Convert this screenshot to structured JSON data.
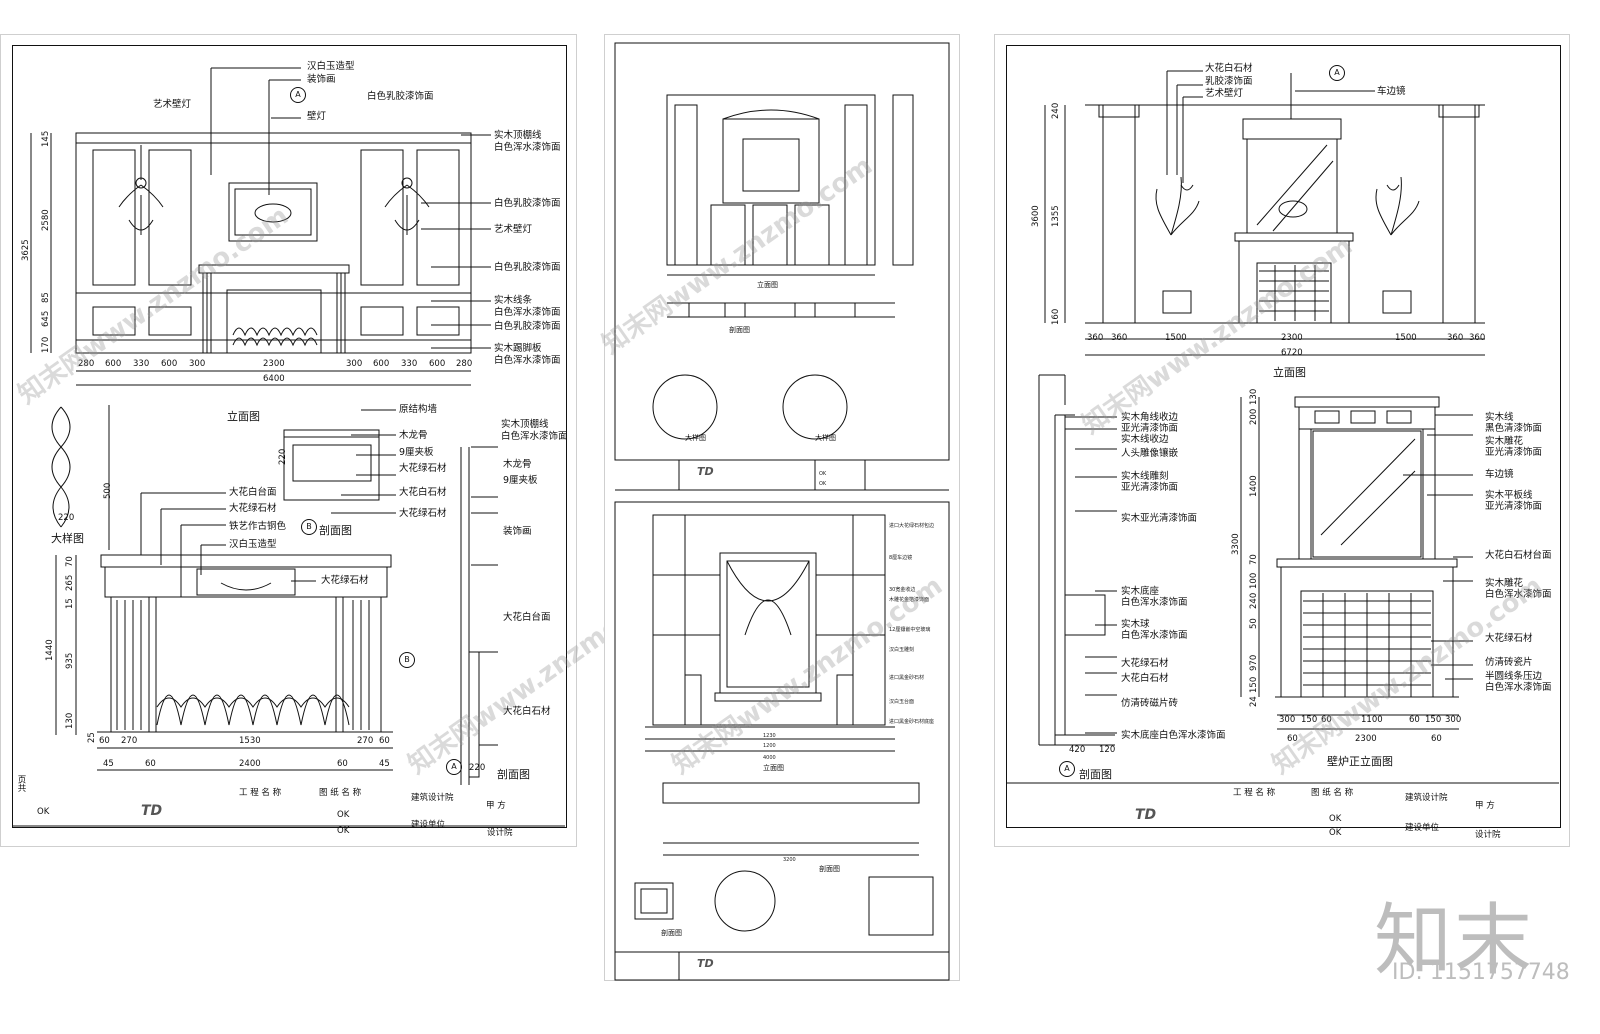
{
  "sheet1": {
    "labels": {
      "hanbaiyu_model": "汉白玉造型",
      "decor_painting": "装饰画",
      "art_wall_lamp_top": "艺术壁灯",
      "wall_lamp": "壁灯",
      "white_latex_top": "白色乳胶漆饰面",
      "wood_ceiling_line": "实木顶棚线",
      "white_mixed_paint": "白色浑水漆饰面",
      "white_latex_2": "白色乳胶漆饰面",
      "art_wall_lamp_2": "艺术壁灯",
      "white_latex_3": "白色乳胶漆饰面",
      "wood_strip": "实木线条",
      "white_mixed_paint_2": "白色浑水漆饰面",
      "white_latex_4": "白色乳胶漆饰面",
      "wood_skirting": "实木踢脚板",
      "white_mixed_paint_3": "白色浑水漆饰面",
      "structure_wall": "原结构墙",
      "wood_keel": "木龙骨",
      "plywood_9": "9厘夹板",
      "green_marble": "大花绿石材",
      "white_marble": "大花白石材",
      "green_marble_2": "大花绿石材",
      "white_marble_top": "大花白台面",
      "green_marble_3": "大花绿石材",
      "iron_art": "铁艺作古铜色",
      "hanbaiyu_model_2": "汉白玉造型",
      "green_marble_4": "大花绿石材",
      "wood_ceiling_line_2": "实木顶棚线",
      "white_mixed_paint_4": "白色浑水漆饰面",
      "wood_keel_2": "木龙骨",
      "plywood_9_2": "9厘夹板",
      "decor_painting_2": "装饰画",
      "white_marble_top_2": "大花白台面",
      "white_marble_2": "大花白石材"
    },
    "titles": {
      "elevation": "立面图",
      "section": "剖面图",
      "detail": "大样图",
      "section_b": "剖面图",
      "section_a": "剖面图"
    },
    "markers": {
      "a": "A",
      "b": "B",
      "b2": "B",
      "a2": "A"
    },
    "dims_h": [
      "280",
      "600",
      "330",
      "600",
      "300",
      "2300",
      "300",
      "600",
      "330",
      "600",
      "280"
    ],
    "dim_total": "6400",
    "dims_v": [
      "145",
      "2580",
      "85",
      "645",
      "170"
    ],
    "dim_v_total": "3625",
    "detail_dims": {
      "h": "500",
      "w": "220"
    },
    "fire_dims_h": [
      "60",
      "270",
      "1530",
      "270",
      "60"
    ],
    "fire_dims_h2": [
      "45",
      "60",
      "2400",
      "60",
      "45"
    ],
    "fire_dims_v": [
      "70",
      "265",
      "15",
      "935",
      "130",
      "25"
    ],
    "fire_dim_v_total": "1440",
    "section_dim": "220",
    "title_block": {
      "project_name": "工 程 名 称",
      "drawing_name": "图 纸 名 称",
      "ok1": "OK",
      "ok2": "OK",
      "design_inst": "建筑设计院",
      "construct_unit": "建设单位",
      "party_a": "甲 方",
      "design_house": "设计院",
      "side": "页共",
      "side_ok": "OK"
    }
  },
  "sheet2": {
    "titles": {
      "elevation": "立面图",
      "section": "剖面图",
      "detail_b": "大样图",
      "detail_c": "大样图",
      "elevation2": "立面图",
      "section2": "剖面图",
      "section3": "剖面图"
    },
    "labels": {
      "import_flower": "进口大花绿石材包边",
      "mirror_8": "8厘车边镜",
      "glass_30": "30宽金收边",
      "wood_carve": "木雕花金箔漆饰面",
      "glass_12": "12厘镶嵌中空玻璃",
      "hanbaiyu_carve": "汉白玉雕刻",
      "import_black": "进口黑金砂石材",
      "hanbaiyu_top": "汉白玉台面",
      "import_black_2": "进口黑金砂石材底座"
    },
    "dims": {
      "total_w": "4000",
      "mid": "1200",
      "mid2": "1230",
      "bot_total": "3200"
    },
    "ok1": "OK",
    "ok2": "OK"
  },
  "sheet3": {
    "labels": {
      "white_marble": "大花白石材",
      "latex": "乳胶漆饰面",
      "art_lamp": "艺术壁灯",
      "mirror": "车边镜",
      "wood_corner": "实木角线收边",
      "acrylic_clear": "亚光清漆饰面",
      "wood_edge": "实木线收边",
      "head_carve": "人头雕像镶嵌",
      "wood_carve_line": "实木线雕刻",
      "acrylic_clear_2": "亚光清漆饰面",
      "wood_acrylic": "实木亚光清漆饰面",
      "wood_base": "实木底座",
      "white_mixed": "白色浑水漆饰面",
      "wood_ball": "实木球",
      "white_mixed_2": "白色浑水漆饰面",
      "green_marble": "大花绿石材",
      "white_marble_2": "大花白石材",
      "fake_brick": "仿清砖磁片砖",
      "wood_base_white": "实木底座白色浑水漆饰面",
      "r_wood_line": "实木线",
      "r_black_clear": "黑色清漆饰面",
      "r_wood_carve": "实木雕花",
      "r_acrylic": "亚光清漆饰面",
      "r_mirror": "车边镜",
      "r_wood_flat": "实木平板线",
      "r_acrylic_2": "亚光清漆饰面",
      "r_white_top": "大花白石材台面",
      "r_wood_carve_2": "实木雕花",
      "r_white_mixed": "白色浑水漆饰面",
      "r_green": "大花绿石材",
      "r_brick": "仿清砖瓷片",
      "r_half_round": "半圆线条压边",
      "r_white_mixed_2": "白色浑水漆饰面"
    },
    "titles": {
      "elevation": "立面图",
      "section": "剖面图",
      "fire_front": "壁炉正立面图"
    },
    "markers": {
      "a": "A",
      "a2": "A"
    },
    "dims_h": [
      "360",
      "360",
      "1500",
      "2300",
      "1500",
      "360",
      "360"
    ],
    "dim_total": "6720",
    "dims_v": [
      "240",
      "1355",
      "160"
    ],
    "dim_v_total": "3600",
    "section_dims": [
      "420",
      "120"
    ],
    "fire_dims_h": [
      "300",
      "150",
      "60",
      "1100",
      "60",
      "150",
      "300"
    ],
    "fire_dims_h2": [
      "60",
      "2300",
      "60"
    ],
    "fire_dims_v": [
      "200",
      "130",
      "1400",
      "70",
      "100",
      "240",
      "50",
      "970",
      "150",
      "24"
    ],
    "fire_dim_v_total": "3300",
    "title_block": {
      "project_name": "工 程 名 称",
      "drawing_name": "图 纸 名 称",
      "ok1": "OK",
      "ok2": "OK",
      "design_inst": "建筑设计院",
      "construct_unit": "建设单位",
      "party_a": "甲 方",
      "design_house": "设计院"
    }
  },
  "watermark": {
    "brand": "知末",
    "id": "ID: 1151757748",
    "diag1": "知末网www.znzmo.com",
    "diag2": "知末网www.znzmo.com"
  },
  "logo": "TD"
}
